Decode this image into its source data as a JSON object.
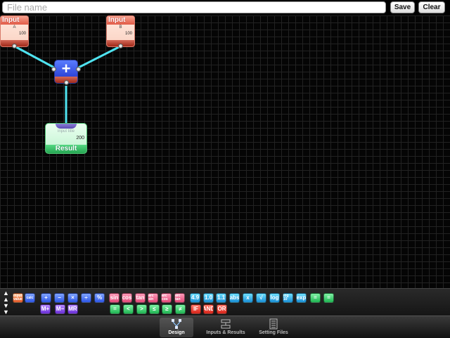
{
  "topbar": {
    "filename_placeholder": "File name",
    "save_label": "Save",
    "clear_label": "Clear"
  },
  "canvas": {
    "input_a": {
      "header": "Input",
      "name": "A",
      "value": "100"
    },
    "input_b": {
      "header": "Input",
      "name": "B",
      "value": "100"
    },
    "operator": {
      "symbol": "+"
    },
    "result": {
      "title": "input title",
      "value": "200",
      "label": "Result"
    },
    "wire_color": "#4fe3f0"
  },
  "palette": {
    "row1": [
      {
        "label": "input value",
        "color": "orange"
      },
      {
        "label": "calc",
        "color": "blue"
      },
      {
        "label": "+",
        "color": "blue"
      },
      {
        "label": "−",
        "color": "blue"
      },
      {
        "label": "×",
        "color": "blue"
      },
      {
        "label": "÷",
        "color": "blue"
      },
      {
        "label": "%",
        "color": "blue"
      },
      {
        "label": "sin",
        "color": "pink"
      },
      {
        "label": "cos",
        "color": "pink"
      },
      {
        "label": "tan",
        "color": "pink"
      },
      {
        "label": "arc sin",
        "color": "pink"
      },
      {
        "label": "arc cos",
        "color": "pink"
      },
      {
        "label": "arc tan",
        "color": "pink"
      },
      {
        "label": "4.9",
        "color": "teal"
      },
      {
        "label": "1.0",
        "color": "teal"
      },
      {
        "label": "1.1",
        "color": "teal"
      },
      {
        "label": "abs",
        "color": "teal"
      },
      {
        "label": "x",
        "color": "teal"
      },
      {
        "label": "√",
        "color": "teal"
      },
      {
        "label": "log",
        "color": "teal"
      },
      {
        "label": "log 10",
        "color": "teal"
      },
      {
        "label": "exp",
        "color": "teal"
      },
      {
        "label": "=",
        "color": "green"
      },
      {
        "label": "=",
        "color": "green"
      }
    ],
    "row2": [
      {
        "label": "M+",
        "color": "purple"
      },
      {
        "label": "M−",
        "color": "purple"
      },
      {
        "label": "MR",
        "color": "purple"
      },
      {
        "label": "=",
        "color": "green"
      },
      {
        "label": "<",
        "color": "green"
      },
      {
        "label": ">",
        "color": "green"
      },
      {
        "label": "≤",
        "color": "green"
      },
      {
        "label": "≥",
        "color": "green"
      },
      {
        "label": "≠",
        "color": "green"
      },
      {
        "label": "IF",
        "color": "red"
      },
      {
        "label": "AND",
        "color": "red"
      },
      {
        "label": "OR",
        "color": "red"
      }
    ]
  },
  "tabs": [
    {
      "label": "Design",
      "icon": "network-icon",
      "active": true
    },
    {
      "label": "Inputs & Results",
      "icon": "io-icon",
      "active": false
    },
    {
      "label": "Setting Files",
      "icon": "document-icon",
      "active": false
    }
  ]
}
